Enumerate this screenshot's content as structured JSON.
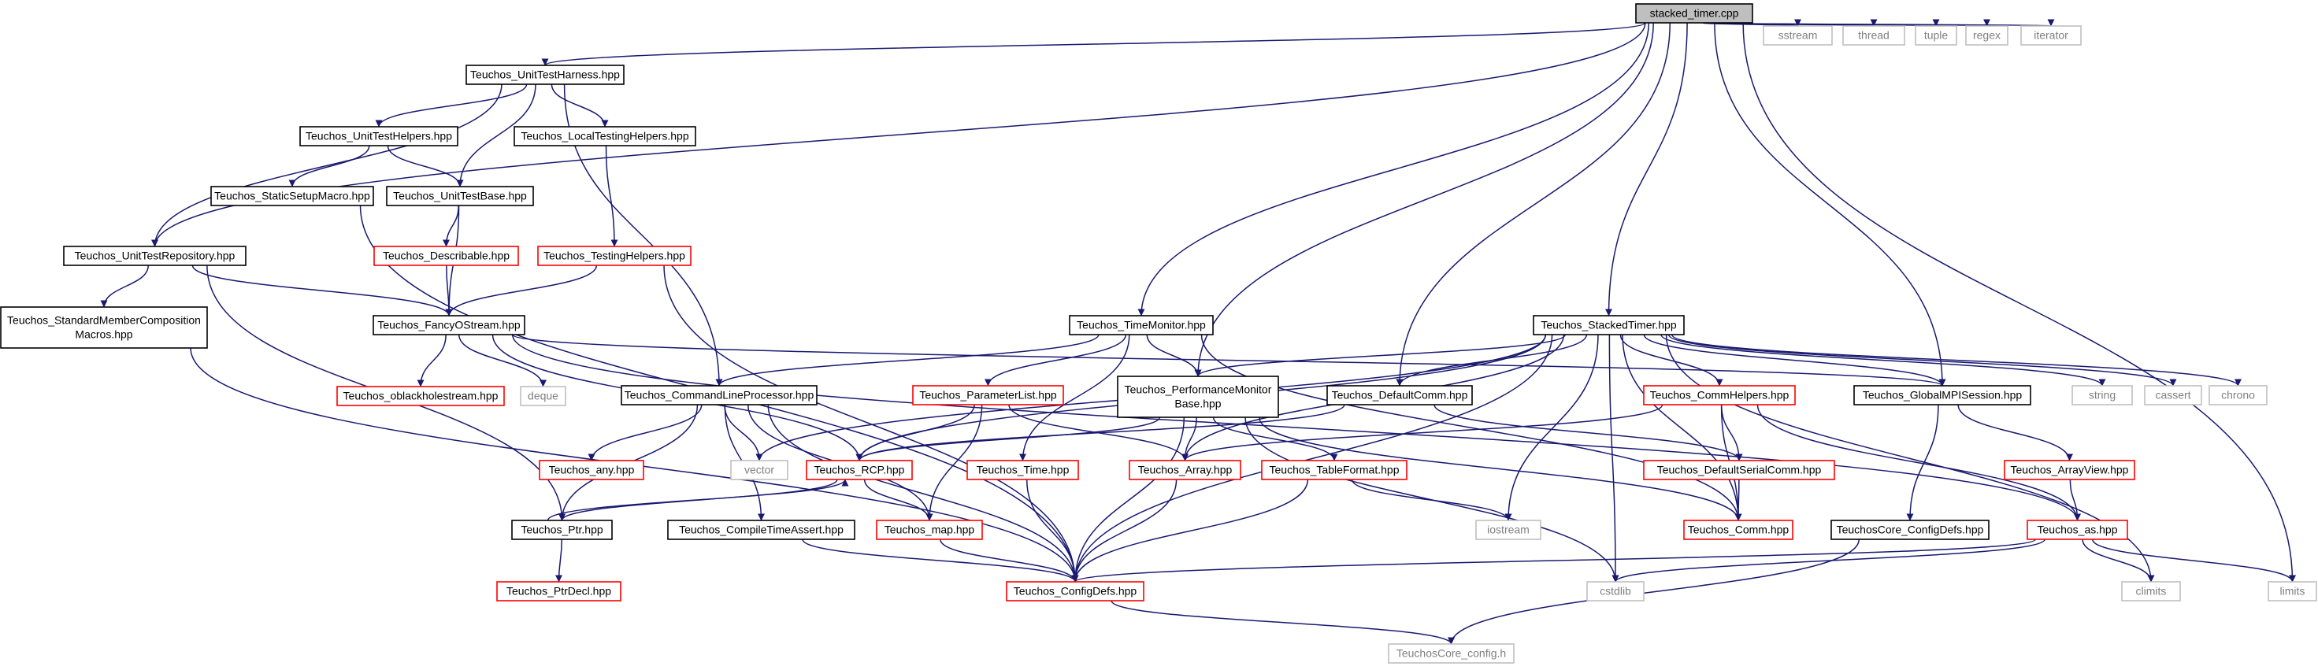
{
  "colors": {
    "edge": "#191970",
    "root_fill": "#bfbfbf",
    "node_border": "#000000",
    "incomplete_border": "#ff0000",
    "system_border": "#bfbfbf",
    "system_text": "#808080"
  },
  "nodes": [
    {
      "id": "stacked_timer",
      "lines": [
        "stacked_timer.cpp"
      ],
      "kind": "root"
    },
    {
      "id": "sstream",
      "lines": [
        "sstream"
      ],
      "kind": "system"
    },
    {
      "id": "thread",
      "lines": [
        "thread"
      ],
      "kind": "system"
    },
    {
      "id": "tuple",
      "lines": [
        "tuple"
      ],
      "kind": "system"
    },
    {
      "id": "regex",
      "lines": [
        "regex"
      ],
      "kind": "system"
    },
    {
      "id": "iterator",
      "lines": [
        "iterator"
      ],
      "kind": "system"
    },
    {
      "id": "unit_test_harness",
      "lines": [
        "Teuchos_UnitTestHarness.hpp"
      ],
      "kind": "normal"
    },
    {
      "id": "unit_test_helpers",
      "lines": [
        "Teuchos_UnitTestHelpers.hpp"
      ],
      "kind": "normal"
    },
    {
      "id": "local_testing_helpers",
      "lines": [
        "Teuchos_LocalTestingHelpers.hpp"
      ],
      "kind": "normal"
    },
    {
      "id": "static_setup_macro",
      "lines": [
        "Teuchos_StaticSetupMacro.hpp"
      ],
      "kind": "normal"
    },
    {
      "id": "unit_test_base",
      "lines": [
        "Teuchos_UnitTestBase.hpp"
      ],
      "kind": "normal"
    },
    {
      "id": "unit_test_repository",
      "lines": [
        "Teuchos_UnitTestRepository.hpp"
      ],
      "kind": "normal"
    },
    {
      "id": "describable",
      "lines": [
        "Teuchos_Describable.hpp"
      ],
      "kind": "incomplete"
    },
    {
      "id": "testing_helpers",
      "lines": [
        "Teuchos_TestingHelpers.hpp"
      ],
      "kind": "incomplete"
    },
    {
      "id": "standard_member",
      "lines": [
        "Teuchos_StandardMemberComposition",
        "Macros.hpp"
      ],
      "kind": "normal"
    },
    {
      "id": "fancy_ostream",
      "lines": [
        "Teuchos_FancyOStream.hpp"
      ],
      "kind": "normal"
    },
    {
      "id": "oblackhole",
      "lines": [
        "Teuchos_oblackholestream.hpp"
      ],
      "kind": "incomplete"
    },
    {
      "id": "deque",
      "lines": [
        "deque"
      ],
      "kind": "system"
    },
    {
      "id": "time_monitor",
      "lines": [
        "Teuchos_TimeMonitor.hpp"
      ],
      "kind": "normal"
    },
    {
      "id": "stacked_timer_hpp",
      "lines": [
        "Teuchos_StackedTimer.hpp"
      ],
      "kind": "normal"
    },
    {
      "id": "command_line",
      "lines": [
        "Teuchos_CommandLineProcessor.hpp"
      ],
      "kind": "normal"
    },
    {
      "id": "parameter_list",
      "lines": [
        "Teuchos_ParameterList.hpp"
      ],
      "kind": "incomplete"
    },
    {
      "id": "performance_monitor",
      "lines": [
        "Teuchos_PerformanceMonitor",
        "Base.hpp"
      ],
      "kind": "normal"
    },
    {
      "id": "default_comm",
      "lines": [
        "Teuchos_DefaultComm.hpp"
      ],
      "kind": "normal"
    },
    {
      "id": "comm_helpers",
      "lines": [
        "Teuchos_CommHelpers.hpp"
      ],
      "kind": "incomplete"
    },
    {
      "id": "global_mpi",
      "lines": [
        "Teuchos_GlobalMPISession.hpp"
      ],
      "kind": "normal"
    },
    {
      "id": "string",
      "lines": [
        "string"
      ],
      "kind": "system"
    },
    {
      "id": "cassert",
      "lines": [
        "cassert"
      ],
      "kind": "system"
    },
    {
      "id": "chrono",
      "lines": [
        "chrono"
      ],
      "kind": "system"
    },
    {
      "id": "any",
      "lines": [
        "Teuchos_any.hpp"
      ],
      "kind": "incomplete"
    },
    {
      "id": "vector",
      "lines": [
        "vector"
      ],
      "kind": "system"
    },
    {
      "id": "rcp",
      "lines": [
        "Teuchos_RCP.hpp"
      ],
      "kind": "incomplete"
    },
    {
      "id": "time",
      "lines": [
        "Teuchos_Time.hpp"
      ],
      "kind": "incomplete"
    },
    {
      "id": "array",
      "lines": [
        "Teuchos_Array.hpp"
      ],
      "kind": "incomplete"
    },
    {
      "id": "table_format",
      "lines": [
        "Teuchos_TableFormat.hpp"
      ],
      "kind": "incomplete"
    },
    {
      "id": "default_serial_comm",
      "lines": [
        "Teuchos_DefaultSerialComm.hpp"
      ],
      "kind": "incomplete"
    },
    {
      "id": "array_view",
      "lines": [
        "Teuchos_ArrayView.hpp"
      ],
      "kind": "incomplete"
    },
    {
      "id": "ptr",
      "lines": [
        "Teuchos_Ptr.hpp"
      ],
      "kind": "normal"
    },
    {
      "id": "compile_time_assert",
      "lines": [
        "Teuchos_CompileTimeAssert.hpp"
      ],
      "kind": "normal"
    },
    {
      "id": "map",
      "lines": [
        "Teuchos_map.hpp"
      ],
      "kind": "incomplete"
    },
    {
      "id": "iostream",
      "lines": [
        "iostream"
      ],
      "kind": "system"
    },
    {
      "id": "comm",
      "lines": [
        "Teuchos_Comm.hpp"
      ],
      "kind": "incomplete"
    },
    {
      "id": "core_config_defs",
      "lines": [
        "TeuchosCore_ConfigDefs.hpp"
      ],
      "kind": "normal"
    },
    {
      "id": "as",
      "lines": [
        "Teuchos_as.hpp"
      ],
      "kind": "incomplete"
    },
    {
      "id": "ptr_decl",
      "lines": [
        "Teuchos_PtrDecl.hpp"
      ],
      "kind": "incomplete"
    },
    {
      "id": "config_defs",
      "lines": [
        "Teuchos_ConfigDefs.hpp"
      ],
      "kind": "incomplete"
    },
    {
      "id": "cstdlib",
      "lines": [
        "cstdlib"
      ],
      "kind": "system"
    },
    {
      "id": "climits",
      "lines": [
        "climits"
      ],
      "kind": "system"
    },
    {
      "id": "limits",
      "lines": [
        "limits"
      ],
      "kind": "system"
    },
    {
      "id": "core_config_h",
      "lines": [
        "TeuchosCore_config.h"
      ],
      "kind": "system"
    }
  ],
  "edges": [
    [
      "stacked_timer",
      "sstream"
    ],
    [
      "stacked_timer",
      "thread"
    ],
    [
      "stacked_timer",
      "tuple"
    ],
    [
      "stacked_timer",
      "regex"
    ],
    [
      "stacked_timer",
      "iterator"
    ],
    [
      "stacked_timer",
      "unit_test_harness"
    ],
    [
      "stacked_timer",
      "unit_test_repository"
    ],
    [
      "stacked_timer",
      "time_monitor"
    ],
    [
      "stacked_timer",
      "performance_monitor"
    ],
    [
      "stacked_timer",
      "default_comm"
    ],
    [
      "stacked_timer",
      "stacked_timer_hpp"
    ],
    [
      "stacked_timer",
      "global_mpi"
    ],
    [
      "stacked_timer",
      "limits"
    ],
    [
      "unit_test_harness",
      "unit_test_helpers"
    ],
    [
      "unit_test_harness",
      "local_testing_helpers"
    ],
    [
      "unit_test_harness",
      "unit_test_base"
    ],
    [
      "unit_test_harness",
      "unit_test_repository"
    ],
    [
      "unit_test_harness",
      "command_line"
    ],
    [
      "unit_test_helpers",
      "static_setup_macro"
    ],
    [
      "unit_test_helpers",
      "unit_test_base"
    ],
    [
      "local_testing_helpers",
      "testing_helpers"
    ],
    [
      "static_setup_macro",
      "config_defs"
    ],
    [
      "unit_test_base",
      "describable"
    ],
    [
      "unit_test_base",
      "fancy_ostream"
    ],
    [
      "unit_test_repository",
      "standard_member"
    ],
    [
      "unit_test_repository",
      "fancy_ostream"
    ],
    [
      "unit_test_repository",
      "ptr"
    ],
    [
      "describable",
      "fancy_ostream"
    ],
    [
      "testing_helpers",
      "fancy_ostream"
    ],
    [
      "testing_helpers",
      "config_defs"
    ],
    [
      "standard_member",
      "config_defs"
    ],
    [
      "fancy_ostream",
      "oblackhole"
    ],
    [
      "fancy_ostream",
      "deque"
    ],
    [
      "fancy_ostream",
      "rcp"
    ],
    [
      "fancy_ostream",
      "global_mpi"
    ],
    [
      "fancy_ostream",
      "as"
    ],
    [
      "time_monitor",
      "command_line"
    ],
    [
      "time_monitor",
      "parameter_list"
    ],
    [
      "time_monitor",
      "performance_monitor"
    ],
    [
      "time_monitor",
      "time"
    ],
    [
      "time_monitor",
      "comm"
    ],
    [
      "stacked_timer_hpp",
      "performance_monitor"
    ],
    [
      "stacked_timer_hpp",
      "default_comm"
    ],
    [
      "stacked_timer_hpp",
      "comm_helpers"
    ],
    [
      "stacked_timer_hpp",
      "global_mpi"
    ],
    [
      "stacked_timer_hpp",
      "string"
    ],
    [
      "stacked_timer_hpp",
      "cassert"
    ],
    [
      "stacked_timer_hpp",
      "chrono"
    ],
    [
      "stacked_timer_hpp",
      "vector"
    ],
    [
      "stacked_timer_hpp",
      "rcp"
    ],
    [
      "stacked_timer_hpp",
      "array"
    ],
    [
      "stacked_timer_hpp",
      "iostream"
    ],
    [
      "stacked_timer_hpp",
      "comm"
    ],
    [
      "stacked_timer_hpp",
      "cstdlib"
    ],
    [
      "stacked_timer_hpp",
      "climits"
    ],
    [
      "stacked_timer_hpp",
      "config_defs"
    ],
    [
      "command_line",
      "any"
    ],
    [
      "command_line",
      "vector"
    ],
    [
      "command_line",
      "ptr"
    ],
    [
      "command_line",
      "compile_time_assert"
    ],
    [
      "command_line",
      "map"
    ],
    [
      "command_line",
      "config_defs"
    ],
    [
      "parameter_list",
      "rcp"
    ],
    [
      "parameter_list",
      "array"
    ],
    [
      "parameter_list",
      "map"
    ],
    [
      "performance_monitor",
      "rcp"
    ],
    [
      "performance_monitor",
      "array"
    ],
    [
      "performance_monitor",
      "table_format"
    ],
    [
      "performance_monitor",
      "comm"
    ],
    [
      "performance_monitor",
      "cstdlib"
    ],
    [
      "performance_monitor",
      "config_defs"
    ],
    [
      "default_comm",
      "rcp"
    ],
    [
      "default_comm",
      "default_serial_comm"
    ],
    [
      "comm_helpers",
      "array"
    ],
    [
      "comm_helpers",
      "default_serial_comm"
    ],
    [
      "comm_helpers",
      "comm"
    ],
    [
      "comm_helpers",
      "as"
    ],
    [
      "global_mpi",
      "array_view"
    ],
    [
      "global_mpi",
      "core_config_defs"
    ],
    [
      "array_view",
      "as"
    ],
    [
      "rcp",
      "ptr"
    ],
    [
      "rcp",
      "map"
    ],
    [
      "ptr",
      "rcp"
    ],
    [
      "ptr",
      "ptr_decl"
    ],
    [
      "time",
      "config_defs"
    ],
    [
      "array",
      "config_defs"
    ],
    [
      "table_format",
      "iostream"
    ],
    [
      "table_format",
      "config_defs"
    ],
    [
      "default_serial_comm",
      "comm"
    ],
    [
      "compile_time_assert",
      "config_defs"
    ],
    [
      "map",
      "config_defs"
    ],
    [
      "core_config_defs",
      "core_config_h"
    ],
    [
      "as",
      "climits"
    ],
    [
      "as",
      "limits"
    ],
    [
      "as",
      "cstdlib"
    ],
    [
      "as",
      "config_defs"
    ],
    [
      "config_defs",
      "core_config_h"
    ]
  ]
}
